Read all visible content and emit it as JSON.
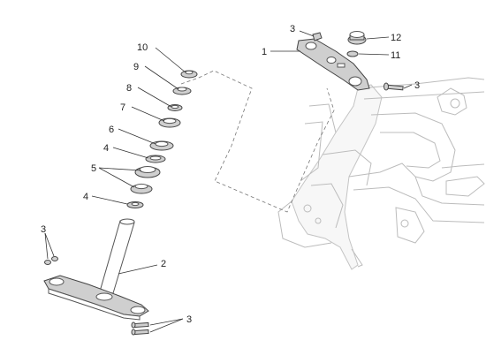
{
  "labels": {
    "l1": "1",
    "l2": "2",
    "l3a": "3",
    "l3b": "3",
    "l3c": "3",
    "l3d": "3",
    "l4a": "4",
    "l4b": "4",
    "l5": "5",
    "l6": "6",
    "l7": "7",
    "l8": "8",
    "l9": "9",
    "l10": "10",
    "l11": "11",
    "l12": "12"
  }
}
